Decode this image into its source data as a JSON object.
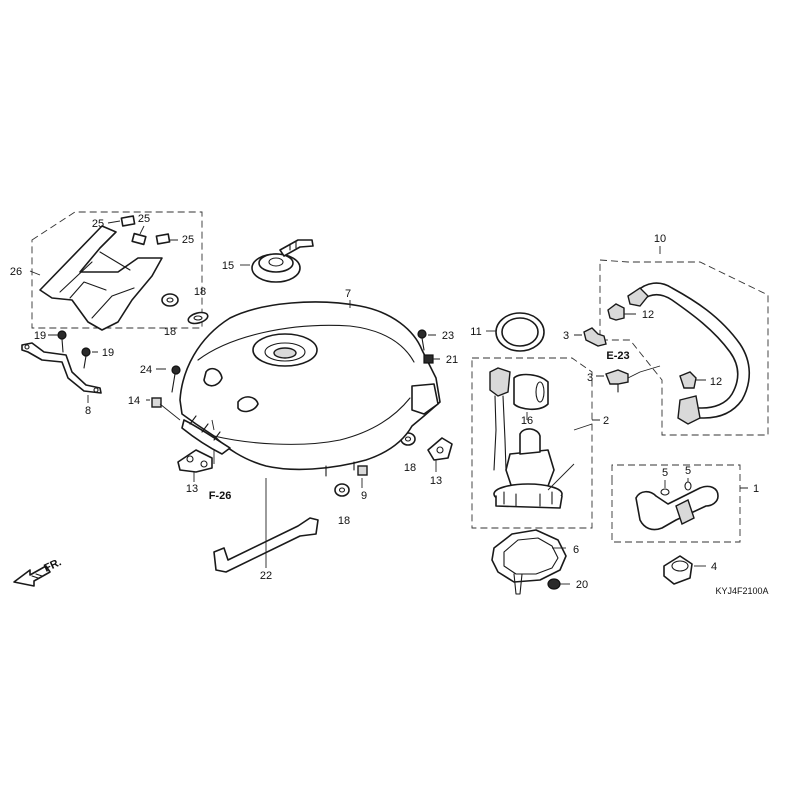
{
  "callouts": {
    "c1": "1",
    "c2": "2",
    "c3a": "3",
    "c3b": "3",
    "c4": "4",
    "c5a": "5",
    "c5b": "5",
    "c6": "6",
    "c7": "7",
    "c8": "8",
    "c9": "9",
    "c10": "10",
    "c11": "11",
    "c12a": "12",
    "c12b": "12",
    "c13a": "13",
    "c13b": "13",
    "c14": "14",
    "c15": "15",
    "c16": "16",
    "c18a": "18",
    "c18b": "18",
    "c18c": "18",
    "c18d": "18",
    "c19a": "19",
    "c19b": "19",
    "c20": "20",
    "c21": "21",
    "c22": "22",
    "c23": "23",
    "c24": "24",
    "c25a": "25",
    "c25b": "25",
    "c25c": "25",
    "c26": "26"
  },
  "references": {
    "f26": "F-26",
    "e23": "E-23"
  },
  "direction_label": "FR.",
  "diagram_code": "KYJ4F2100A"
}
